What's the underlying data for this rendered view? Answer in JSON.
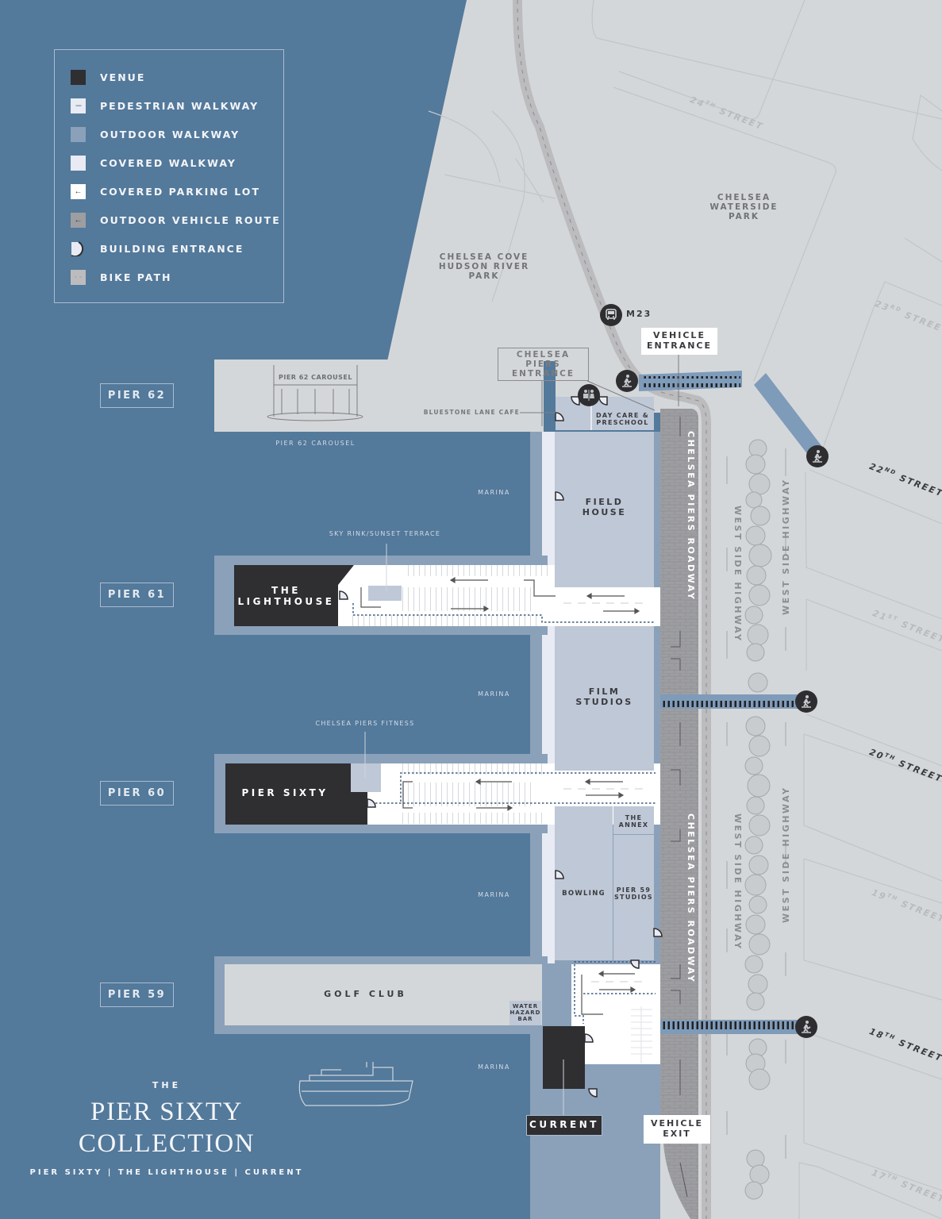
{
  "colors": {
    "water": "#53799b",
    "land": "#d4d7d9",
    "venue": "#2f2e31",
    "outdoor_walkway": "#8aa1b9",
    "covered_walkway": "#e8ebf3",
    "building": "#bfc8d6",
    "roadway": "#9b9c9e",
    "bike_path": "#bcbcbe",
    "crosswalk": "#7f9bba"
  },
  "legend": {
    "items": [
      {
        "label": "VENUE",
        "swatch": "venue"
      },
      {
        "label": "PEDESTRIAN WALKWAY",
        "swatch": "pedestrian-walkway"
      },
      {
        "label": "OUTDOOR WALKWAY",
        "swatch": "outdoor-walkway"
      },
      {
        "label": "COVERED WALKWAY",
        "swatch": "covered-walkway"
      },
      {
        "label": "COVERED PARKING LOT",
        "swatch": "covered-parking-lot"
      },
      {
        "label": "OUTDOOR VEHICLE ROUTE",
        "swatch": "outdoor-vehicle-route"
      },
      {
        "label": "BUILDING ENTRANCE",
        "swatch": "building-entrance"
      },
      {
        "label": "BIKE PATH",
        "swatch": "bike-path"
      }
    ]
  },
  "piers": [
    {
      "label": "PIER 62"
    },
    {
      "label": "PIER 61"
    },
    {
      "label": "PIER 60"
    },
    {
      "label": "PIER 59"
    }
  ],
  "venues": {
    "lighthouse": "THE\nLIGHTHOUSE",
    "pier_sixty": "PIER SIXTY",
    "current": "CURRENT"
  },
  "buildings": {
    "field_house": "FIELD\nHOUSE",
    "film_studios": "FILM\nSTUDIOS",
    "bowling": "BOWLING",
    "pier59_studios": "PIER 59\nSTUDIOS",
    "annex": "THE\nANNEX",
    "day_care": "DAY CARE &\nPRESCHOOL",
    "golf_club": "GOLF CLUB",
    "water_hazard_bar": "WATER\nHAZARD\nBAR"
  },
  "labels": {
    "pier62_carousel": "PIER 62 CAROUSEL",
    "carousel_sign": "PIER 62 CAROUSEL",
    "marina": "MARINA",
    "sky_rink": "SKY RINK/SUNSET TERRACE",
    "fitness": "CHELSEA PIERS FITNESS",
    "bluestone": "BLUESTONE LANE CAFE",
    "chelsea_cove": "CHELSEA COVE\nHUDSON RIVER\nPARK",
    "waterside": "CHELSEA\nWATERSIDE\nPARK",
    "bus": "M23",
    "chelsea_piers_entrance": "CHELSEA PIERS\nENTRANCE",
    "vehicle_entrance": "VEHICLE\nENTRANCE",
    "vehicle_exit": "VEHICLE\nEXIT",
    "roadway": "CHELSEA PIERS ROADWAY",
    "highway": "WEST SIDE HIGHWAY"
  },
  "streets": [
    {
      "num": "24",
      "suffix": "TH",
      "name": "STREET",
      "dark": false
    },
    {
      "num": "23",
      "suffix": "RD",
      "name": "STREET",
      "dark": false
    },
    {
      "num": "22",
      "suffix": "ND",
      "name": "STREET",
      "dark": true
    },
    {
      "num": "21",
      "suffix": "ST",
      "name": "STREET",
      "dark": false
    },
    {
      "num": "20",
      "suffix": "TH",
      "name": "STREET",
      "dark": true
    },
    {
      "num": "19",
      "suffix": "TH",
      "name": "STREET",
      "dark": false
    },
    {
      "num": "18",
      "suffix": "TH",
      "name": "STREET",
      "dark": true
    },
    {
      "num": "17",
      "suffix": "TH",
      "name": "STREET",
      "dark": false
    }
  ],
  "brand": {
    "the": "THE",
    "line1": "PIER SIXTY",
    "line2": "COLLECTION",
    "tagline": "PIER SIXTY | THE LIGHTHOUSE | CURRENT"
  }
}
